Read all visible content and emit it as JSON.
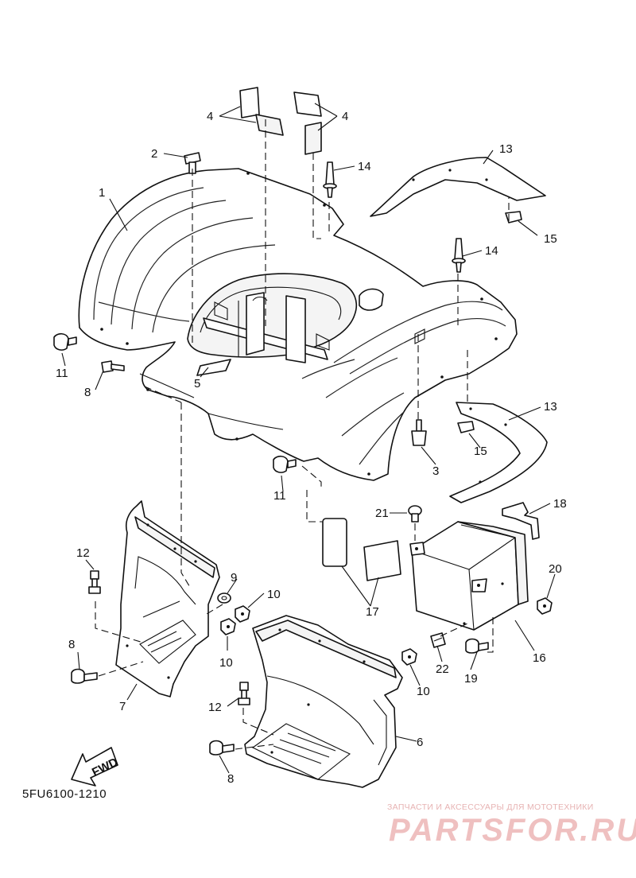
{
  "diagram": {
    "diagram_code": "5FU6100-1210",
    "direction_label": "FWD",
    "callouts": {
      "rear_fender": "1",
      "bolt_top": "2",
      "screw_mid": "3",
      "pad_left": "4",
      "pad_right": "4",
      "seal_tape": "5",
      "mud_guard_right": "6",
      "mud_guard_left": "7",
      "bolt_left": "8",
      "bolt_guard_left": "8",
      "bolt_guard_right": "8",
      "washer": "9",
      "nut_a": "10",
      "nut_b": "10",
      "nut_c": "10",
      "rivet_left": "11",
      "rivet_bottom": "11",
      "bolt_guard_left_top": "12",
      "bolt_guard_right_top": "12",
      "flap_top": "13",
      "flap_right": "13",
      "rivet_top": "14",
      "rivet_mid": "14",
      "nut_clip_top": "15",
      "nut_clip_mid": "15",
      "box": "16",
      "cushion": "17",
      "bracket": "18",
      "bolt_box": "19",
      "nut_box": "20",
      "grommet": "21",
      "clip": "22"
    }
  },
  "watermark": {
    "tagline": "ЗАПЧАСТИ И АКСЕССУАРЫ ДЛЯ МОТОТЕХНИКИ",
    "logo_text": "PARTSFOR.RU"
  },
  "colors": {
    "line": "#111111",
    "paper": "#ffffff",
    "watermark": "#efc0c0"
  }
}
